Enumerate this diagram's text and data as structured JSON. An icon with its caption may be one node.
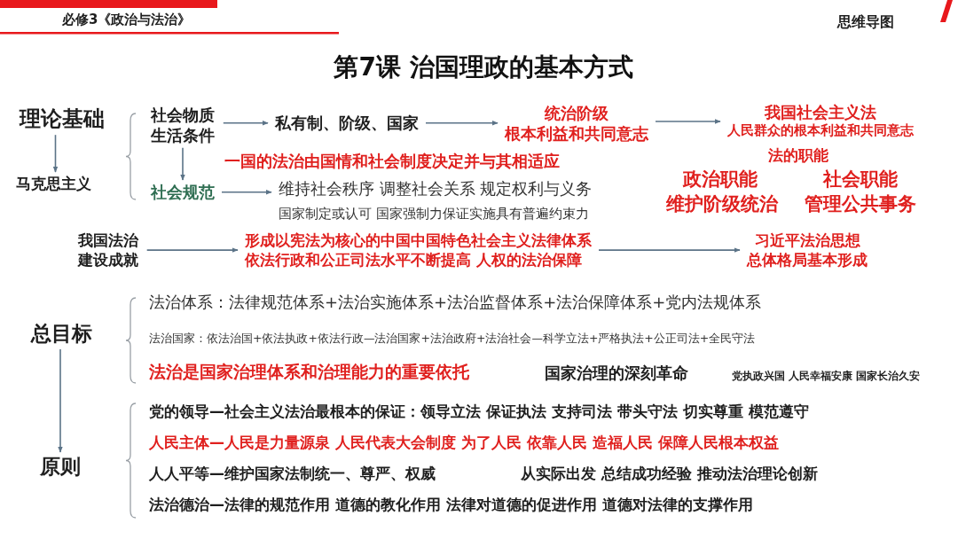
{
  "diagram": {
    "title": "第7课 治国理政的基本方式",
    "nodes": [
      {
        "text": [
          "理论基础"
        ]
      },
      {
        "text": [
          "马克思主义"
        ]
      },
      {
        "text": [
          "社会物质生活条件"
        ]
      },
      {
        "text": [
          "私有制、阶级、国家"
        ]
      },
      {
        "text": [
          "统治阶级",
          "根本利益和共同意志"
        ]
      },
      {
        "text": [
          "我国社会主义法",
          "人民群众的根本利益和共同意志"
        ]
      },
      {
        "text": [
          "社会规范"
        ]
      },
      {
        "text": [
          "维持社会秩序 调整社会关系 规定权利与义务",
          "国家制定或认可 国家强制力保证实施具有普遍约束力"
        ]
      },
      {
        "text": [
          "我国法治建设成就"
        ]
      },
      {
        "text": [
          "形成以宪法为核心的中国中国特色社会主义法律体系",
          "依法行政和公正司法水平不断提高 人权的法治保障"
        ]
      },
      {
        "text": [
          "习近平法治思想",
          "总体格局基本形成"
        ]
      },
      {
        "text": [
          "总目标"
        ]
      },
      {
        "text": [
          "原则"
        ]
      }
    ],
    "edges": [
      {
        "from": 0,
        "to": 1,
        "arrow": "to"
      },
      {
        "from": 2,
        "to": 3,
        "arrow": "to"
      },
      {
        "from": 3,
        "to": 4,
        "arrow": "to"
      },
      {
        "from": 4,
        "to": 5,
        "arrow": "to"
      },
      {
        "from": 2,
        "to": 6,
        "arrow": "to"
      },
      {
        "from": 6,
        "to": 7,
        "arrow": "to"
      },
      {
        "from": 8,
        "to": 9,
        "arrow": "to"
      },
      {
        "from": 9,
        "to": 10,
        "arrow": "to"
      },
      {
        "from": 11,
        "to": 12,
        "arrow": "to"
      }
    ],
    "labels": [
      "必修3《政治与法治》",
      "思维导图",
      "一国的法治由国情和社会制度决定并与其相适应",
      "法的职能",
      "政治职能",
      "社会职能",
      "维护阶级统治",
      "管理公共事务",
      "法治体系：法律规范体系+法治实施体系+法治监督体系+法治保障体系+党内法规体系",
      "法治国家：依法治国+依法执政+依法行政—法治国家+法治政府+法治社会—科学立法+严格执法+公正司法+全民守法",
      "法治是国家治理体系和治理能力的重要依托",
      "国家治理的深刻革命",
      "党执政兴国 人民幸福安康 国家长治久安",
      "党的领导—社会主义法治最根本的保证：领导立法 保证执法 支持司法 带头守法 切实尊重 模范遵守",
      "人民主体—人民是力量源泉 人民代表大会制度 为了人民 依靠人民 造福人民 保障人民根本权益",
      "人人平等—维护国家法制统一、尊严、权威",
      "从实际出发 总结成功经验 推动法治理论创新",
      "法治德治—法律的规范作用 道德的教化作用 法律对道德的促进作用 道德对法律的支撑作用"
    ]
  }
}
